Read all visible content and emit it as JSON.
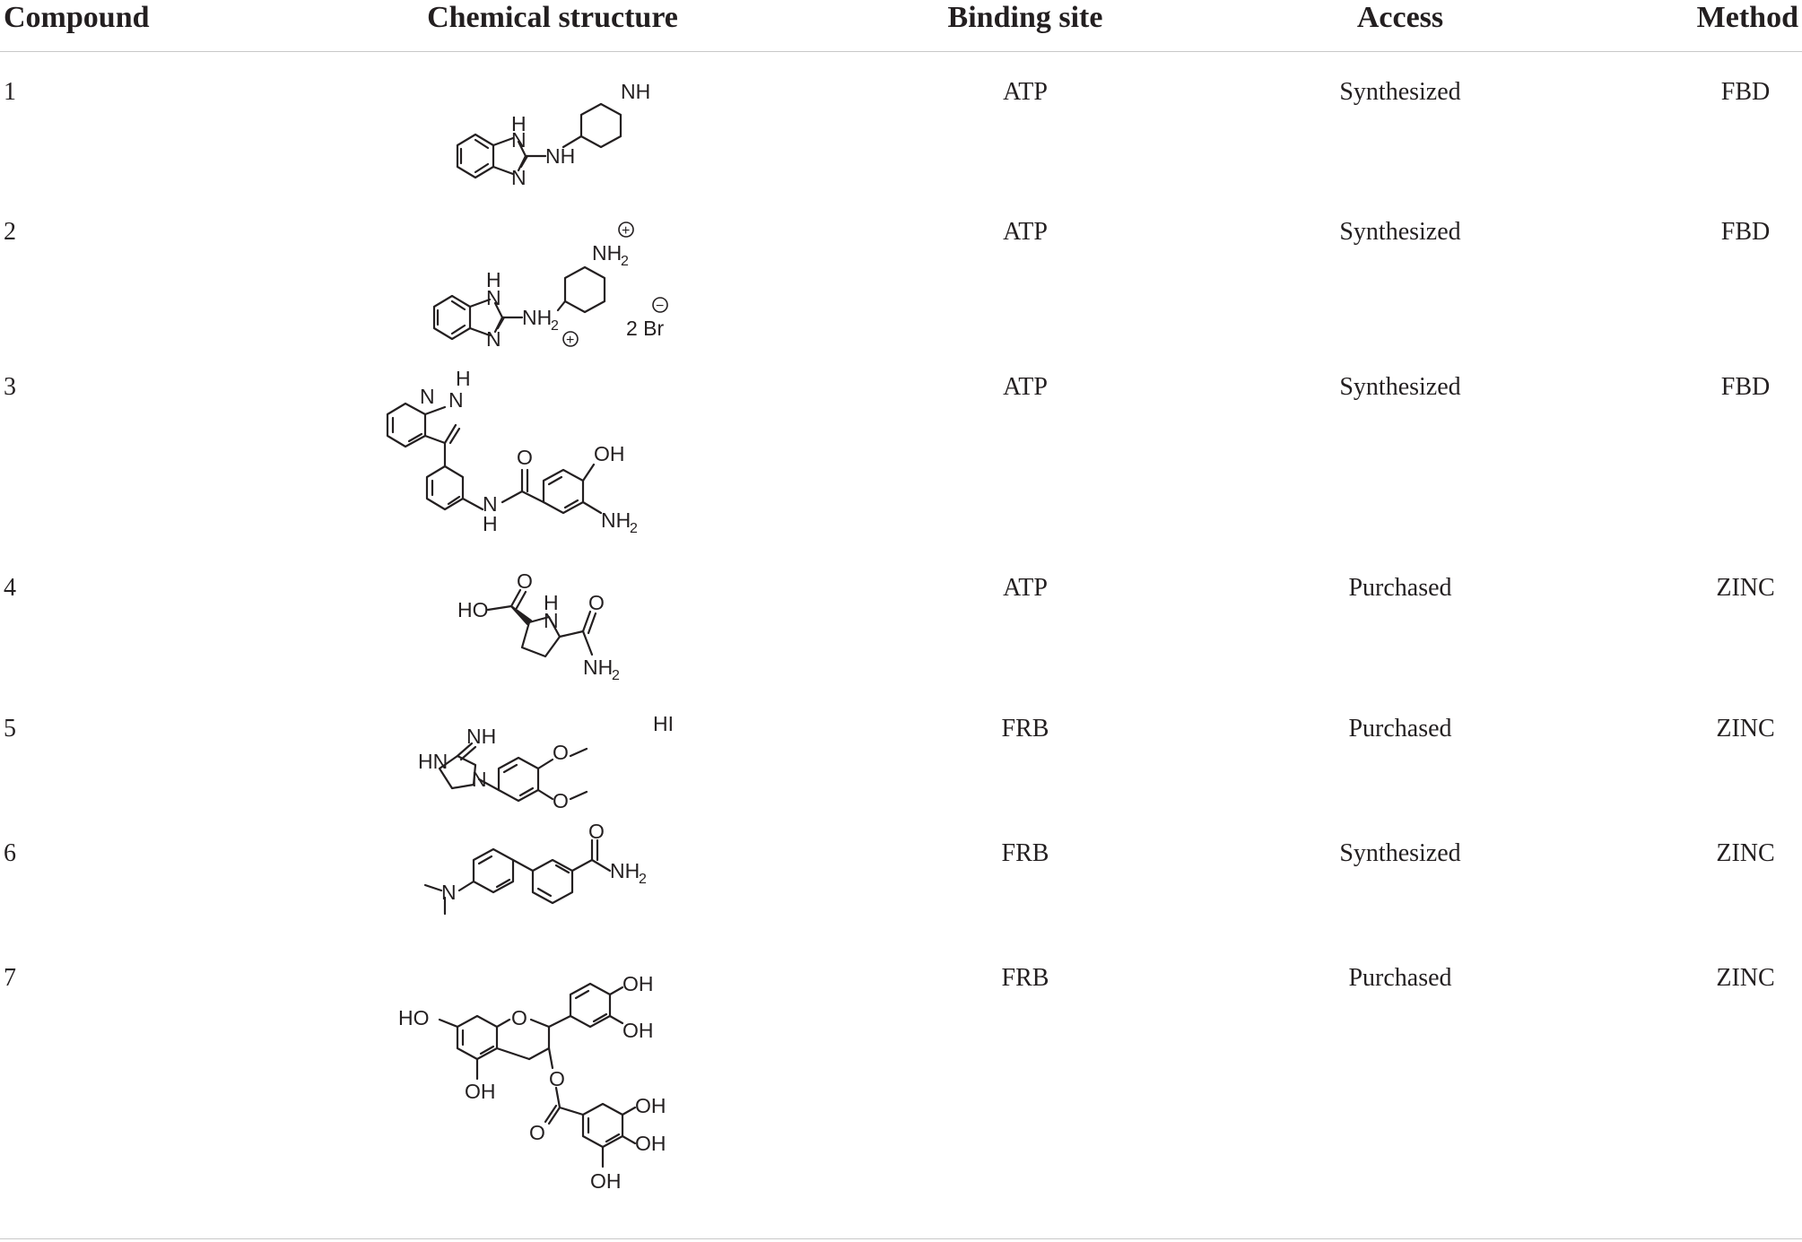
{
  "table": {
    "headers": {
      "compound": "Compound",
      "structure": "Chemical structure",
      "binding_site": "Binding site",
      "access": "Access",
      "method": "Method"
    },
    "rows": [
      {
        "compound": "1",
        "binding_site": "ATP",
        "access": "Synthesized",
        "method": "FBD"
      },
      {
        "compound": "2",
        "binding_site": "ATP",
        "access": "Synthesized",
        "method": "FBD"
      },
      {
        "compound": "3",
        "binding_site": "ATP",
        "access": "Synthesized",
        "method": "FBD"
      },
      {
        "compound": "4",
        "binding_site": "ATP",
        "access": "Purchased",
        "method": "ZINC"
      },
      {
        "compound": "5",
        "binding_site": "FRB",
        "access": "Purchased",
        "method": "ZINC"
      },
      {
        "compound": "6",
        "binding_site": "FRB",
        "access": "Synthesized",
        "method": "ZINC"
      },
      {
        "compound": "7",
        "binding_site": "FRB",
        "access": "Purchased",
        "method": "ZINC"
      }
    ]
  },
  "structure_labels": {
    "s1": {
      "nh_top": "NH",
      "h": "H",
      "n1": "N",
      "nh": "NH",
      "n2": "N"
    },
    "s2": {
      "h": "H",
      "n1": "N",
      "n2": "N",
      "nh2_top": "NH",
      "nh2_mid": "NH",
      "sub2": "2",
      "sub2b": "2",
      "plus": "+",
      "minus": "−",
      "br": "2 Br"
    },
    "s3": {
      "n_pyr": "N",
      "n_h": "N",
      "h": "H",
      "o": "O",
      "oh": "OH",
      "nh": "N",
      "nh_h": "H",
      "nh2": "NH",
      "sub2": "2"
    },
    "s4": {
      "ho": "HO",
      "o1": "O",
      "n": "N",
      "h": "H",
      "o2": "O",
      "nh2": "NH",
      "sub2": "2"
    },
    "s5": {
      "hi": "HI",
      "nh": "NH",
      "hn": "HN",
      "n": "N",
      "o1": "O",
      "o2": "O"
    },
    "s6": {
      "n": "N",
      "o": "O",
      "nh2": "NH",
      "sub2": "2"
    },
    "s7": {
      "ho": "HO",
      "o": "O",
      "oh1": "OH",
      "oh2": "OH",
      "oh3": "OH",
      "o_est": "O",
      "o_carb": "O",
      "oh4": "OH",
      "oh5": "OH",
      "oh6": "OH"
    }
  }
}
